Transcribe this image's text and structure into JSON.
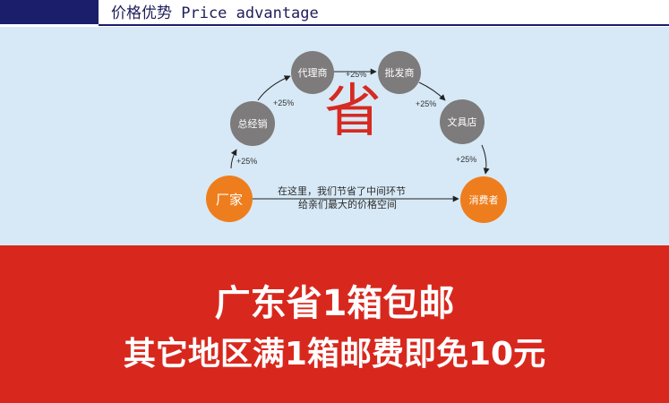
{
  "header": {
    "title": "价格优势 Price advantage"
  },
  "diagram": {
    "nodes": {
      "factory": "厂家",
      "general_distributor": "总经销",
      "agent": "代理商",
      "wholesaler": "批发商",
      "stationery_store": "文具店",
      "consumer": "消费者"
    },
    "markup": {
      "m1": "+25%",
      "m2": "+25%",
      "m3": "+25%",
      "m4": "+25%",
      "m5": "+25%"
    },
    "center_char": "省",
    "note_line1": "在这里，我们节省了中间环节",
    "note_line2": "给亲们最大的价格空间"
  },
  "promo": {
    "line1": "广东省1箱包邮",
    "line2": "其它地区满1箱邮费即免10元"
  },
  "colors": {
    "navy": "#1a1e6b",
    "diagram_bg": "#d7e9f6",
    "node_gray": "#7d7b7b",
    "node_orange": "#ee7e1d",
    "accent_red": "#d62a22",
    "promo_red": "#d8281e"
  }
}
